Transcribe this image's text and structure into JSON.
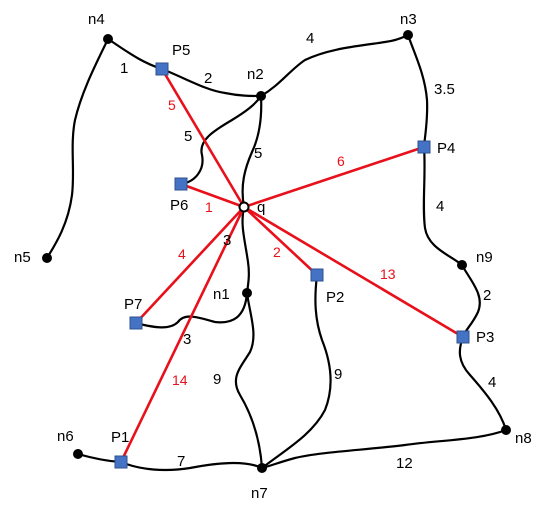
{
  "colors": {
    "road": "#000000",
    "distance_line": "#e8101a",
    "poi": "#4472c4",
    "node": "#000000"
  },
  "query": {
    "label": "q"
  },
  "nodes": {
    "n1": "n1",
    "n2": "n2",
    "n3": "n3",
    "n4": "n4",
    "n5": "n5",
    "n6": "n6",
    "n7": "n7",
    "n8": "n8",
    "n9": "n9"
  },
  "pois": {
    "P1": "P1",
    "P2": "P2",
    "P3": "P3",
    "P4": "P4",
    "P5": "P5",
    "P6": "P6",
    "P7": "P7"
  },
  "edge_weights": {
    "n4_p5": "1",
    "p5_n2": "2",
    "n2_n3": "4",
    "n3_p4": "3.5",
    "p4_n9": "4",
    "n9_p3": "2",
    "p3_n8": "4",
    "n8_n7": "12",
    "n6_p1_n7": "7",
    "n1_n7": "9",
    "p2_n7": "9",
    "n2_q": "5",
    "p6_n2": "5",
    "q_n1": "3",
    "p7_n1": "3"
  },
  "distances": {
    "q_p1": "14",
    "q_p2": "2",
    "q_p3": "13",
    "q_p4": "6",
    "q_p5": "5",
    "q_p6": "1",
    "q_p7": "4"
  }
}
